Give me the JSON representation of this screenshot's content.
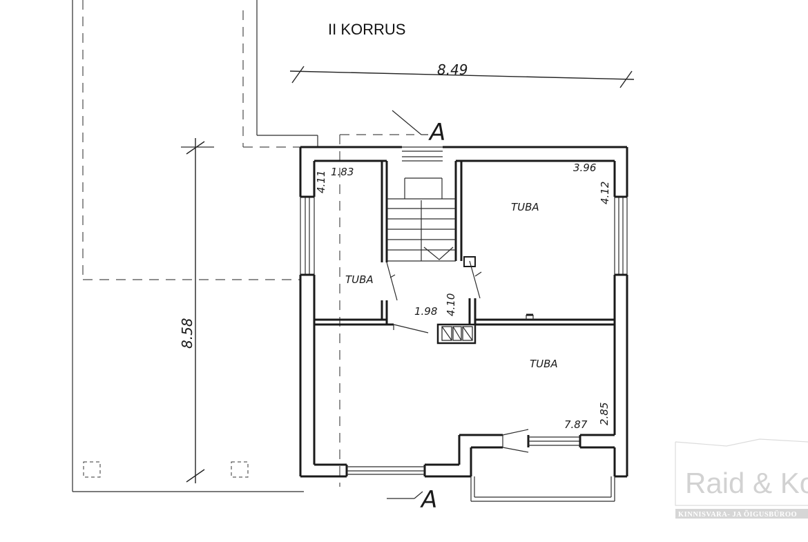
{
  "title": "II KORRUS",
  "dimensions": {
    "overall_width": "8.49",
    "overall_depth": "8.58"
  },
  "rooms": [
    {
      "label": "TUBA",
      "width": "1.83",
      "depth": "4.11"
    },
    {
      "label": "TUBA",
      "width": "3.96",
      "depth": "4.12"
    },
    {
      "label": "TUBA",
      "width": "7.87",
      "depth": "2.85"
    }
  ],
  "hall": {
    "width": "1.98",
    "depth": "4.10"
  },
  "section_marker": "A",
  "watermark": {
    "brand": "Raid & Ko",
    "tagline": "KINNISVARA- JA ÕIGUSBÜROO"
  }
}
